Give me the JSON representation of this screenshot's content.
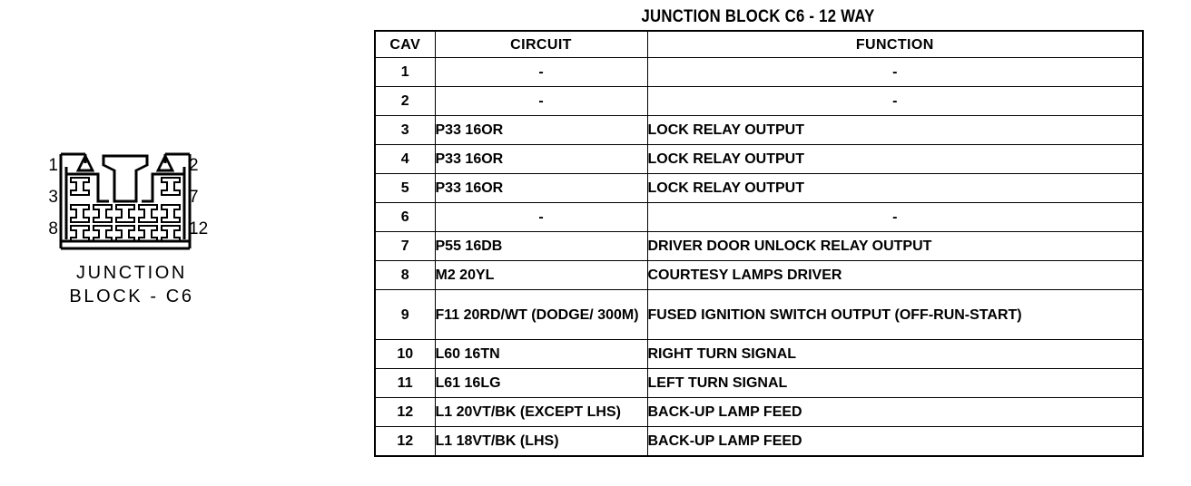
{
  "connector": {
    "caption_line1": "JUNCTION",
    "caption_line2": "BLOCK - C6",
    "pin_labels": {
      "left_top": "1",
      "left_middle": "3",
      "left_bottom": "8",
      "right_top": "2",
      "right_middle": "7",
      "right_bottom": "12"
    },
    "cavity_count": 12,
    "rows": {
      "top": [
        "1",
        "2"
      ],
      "middle": [
        "3",
        "4",
        "5",
        "6",
        "7"
      ],
      "bottom": [
        "8",
        "9",
        "10",
        "11",
        "12"
      ]
    },
    "line_color": "#000000"
  },
  "table": {
    "title": "JUNCTION BLOCK C6 - 12 WAY",
    "headers": [
      "CAV",
      "CIRCUIT",
      "FUNCTION"
    ],
    "rows": [
      {
        "cav": "1",
        "circuit": "-",
        "function": "-",
        "empty": true,
        "tall": false
      },
      {
        "cav": "2",
        "circuit": "-",
        "function": "-",
        "empty": true,
        "tall": false
      },
      {
        "cav": "3",
        "circuit": "P33 16OR",
        "function": "LOCK RELAY OUTPUT",
        "empty": false,
        "tall": false
      },
      {
        "cav": "4",
        "circuit": "P33 16OR",
        "function": "LOCK RELAY OUTPUT",
        "empty": false,
        "tall": false
      },
      {
        "cav": "5",
        "circuit": "P33 16OR",
        "function": "LOCK RELAY OUTPUT",
        "empty": false,
        "tall": false
      },
      {
        "cav": "6",
        "circuit": "-",
        "function": "-",
        "empty": true,
        "tall": false
      },
      {
        "cav": "7",
        "circuit": "P55 16DB",
        "function": "DRIVER DOOR UNLOCK RELAY OUTPUT",
        "empty": false,
        "tall": false
      },
      {
        "cav": "8",
        "circuit": "M2 20YL",
        "function": "COURTESY LAMPS DRIVER",
        "empty": false,
        "tall": false
      },
      {
        "cav": "9",
        "circuit": "F11 20RD/WT (DODGE/ 300M)",
        "function": "FUSED IGNITION SWITCH OUTPUT (OFF-RUN-START)",
        "empty": false,
        "tall": true
      },
      {
        "cav": "10",
        "circuit": "L60 16TN",
        "function": "RIGHT TURN SIGNAL",
        "empty": false,
        "tall": false
      },
      {
        "cav": "11",
        "circuit": "L61 16LG",
        "function": "LEFT TURN SIGNAL",
        "empty": false,
        "tall": false
      },
      {
        "cav": "12",
        "circuit": "L1 20VT/BK (EXCEPT LHS)",
        "function": "BACK-UP LAMP FEED",
        "empty": false,
        "tall": false
      },
      {
        "cav": "12",
        "circuit": "L1 18VT/BK (LHS)",
        "function": "BACK-UP LAMP FEED",
        "empty": false,
        "tall": false
      }
    ]
  }
}
